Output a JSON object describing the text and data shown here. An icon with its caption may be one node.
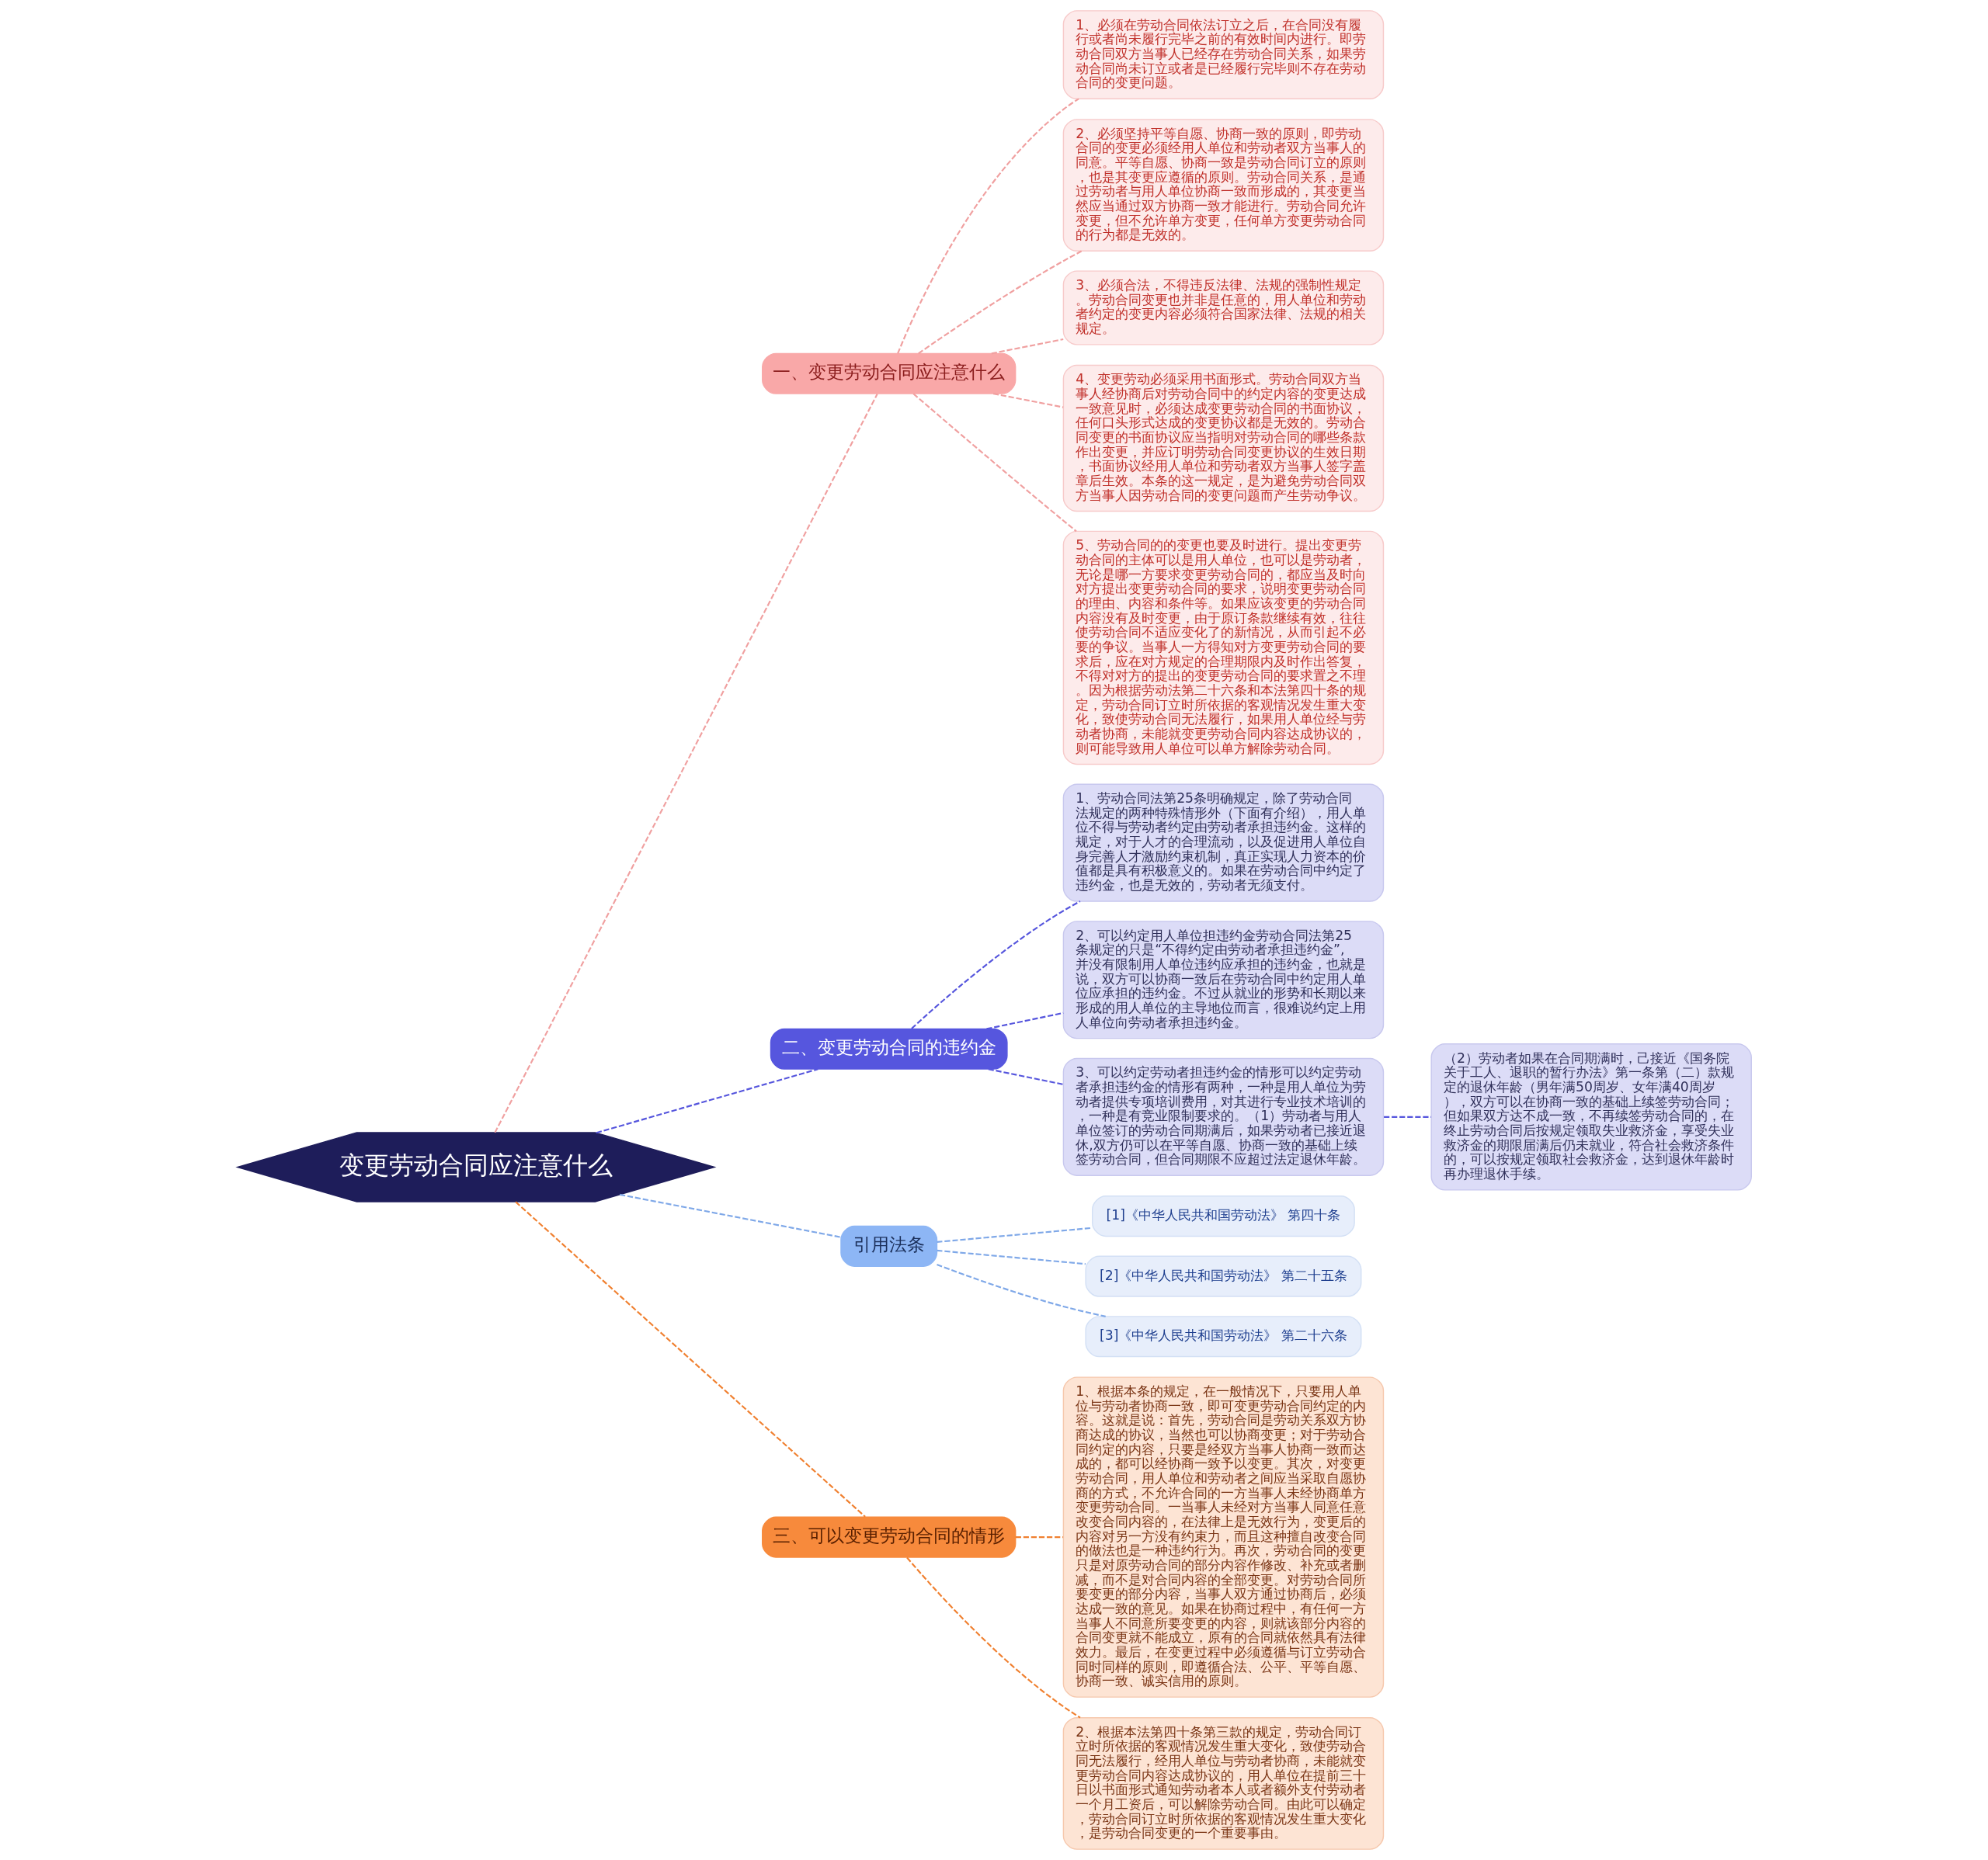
{
  "diagram": {
    "nodes": [
      {
        "text": [
          "变更劳动合同应注意什么"
        ]
      },
      {
        "text": [
          "一、变更劳动合同应注意什么"
        ]
      },
      {
        "text": [
          "1、必须在劳动合同依法订立之后，在合同没有履行或者尚未履行完毕之前的有效时间内进行。即劳动合同双方当事人已经存在劳动合同关系，如果劳动合同尚未订立或者是已经履行完毕则不存在劳动合同的变更问题。"
        ]
      },
      {
        "text": [
          "2、必须坚持平等自愿、协商一致的原则，即劳动合同的变更必须经用人单位和劳动者双方当事人的同意。平等自愿、协商一致是劳动合同订立的原则，也是其变更应遵循的原则。劳动合同关系，是通过劳动者与用人单位协商一致而形成的，其变更当然应当通过双方协商一致才能进行。劳动合同允许变更，但不允许单方变更，任何单方变更劳动合同的行为都是无效的。"
        ]
      },
      {
        "text": [
          "3、必须合法，不得违反法律、法规的强制性规定。劳动合同变更也并非是任意的，用人单位和劳动者约定的变更内容必须符合国家法律、法规的相关规定。"
        ]
      },
      {
        "text": [
          "4、变更劳动必须采用书面形式。劳动合同双方当事人经协商后对劳动合同中的约定内容的变更达成一致意见时，必须达成变更劳动合同的书面协议，任何口头形式达成的变更协议都是无效的。劳动合同变更的书面协议应当指明对劳动合同的哪些条款作出变更，并应订明劳动合同变更协议的生效日期，书面协议经用人单位和劳动者双方当事人签字盖章后生效。本条的这一规定，是为避免劳动合同双方当事人因劳动合同的变更问题而产生劳动争议。"
        ]
      },
      {
        "text": [
          "5、劳动合同的的变更也要及时进行。提出变更劳动合同的主体可以是用人单位，也可以是劳动者，无论是哪一方要求变更劳动合同的，都应当及时向对方提出变更劳动合同的要求，说明变更劳动合同的理由、内容和条件等。如果应该变更的劳动合同内容没有及时变更，由于原订条款继续有效，往往使劳动合同不适应变化了的新情况，从而引起不必要的争议。当事人一方得知对方变更劳动合同的要求后，应在对方规定的合理期限内及时作出答复，不得对对方的提出的变更劳动合同的要求置之不理。因为根据劳动法第二十六条和本法第四十条的规定，劳动合同订立时所依据的客观情况发生重大变化，致使劳动合同无法履行，如果用人单位经与劳动者协商，未能就变更劳动合同内容达成协议的，则可能导致用人单位可以单方解除劳动合同。"
        ]
      },
      {
        "text": [
          "二、变更劳动合同的违约金"
        ]
      },
      {
        "text": [
          "1、劳动合同法第25条明确规定，除了劳动合同法规定的两种特殊情形外（下面有介绍），用人单位不得与劳动者约定由劳动者承担违约金。这样的规定，对于人才的合理流动，以及促进用人单位自身完善人才激励约束机制，真正实现人力资本的价值都是具有积极意义的。如果在劳动合同中约定了违约金，也是无效的，劳动者无须支付。"
        ]
      },
      {
        "text": [
          "2、可以约定用人单位担违约金劳动合同法第25条规定的只是“不得约定由劳动者承担违约金”,并没有限制用人单位违约应承担的违约金，也就是说，双方可以协商一致后在劳动合同中约定用人单位应承担的违约金。不过从就业的形势和长期以来形成的用人单位的主导地位而言，很难说约定上用人单位向劳动者承担违约金。"
        ]
      },
      {
        "text": [
          "3、可以约定劳动者担违约金的情形可以约定劳动者承担违约金的情形有两种，一种是用人单位为劳动者提供专项培训费用，对其进行专业技术培训的，一种是有竞业限制要求的。（1）劳动者与用人单位签订的劳动合同期满后，如果劳动者已接近退休,双方仍可以在平等自愿、协商一致的基础上续签劳动合同，但合同期限不应超过法定退休年龄。"
        ]
      },
      {
        "text": [
          "（2）劳动者如果在合同期满时，己接近《国务院关于工人、退职的暂行办法》第一条第（二）款规定的退休年龄（男年满50周岁、女年满40周岁），双方可以在协商一致的基础上续签劳动合同；但如果双方达不成一致，不再续签劳动合同的，在终止劳动合同后按规定领取失业救济金，享受失业救济金的期限届满后仍未就业，符合社会救济条件的，可以按规定领取社会救济金，达到退休年龄时再办理退休手续。"
        ]
      },
      {
        "text": [
          "引用法条"
        ]
      },
      {
        "text": [
          "[1]《中华人民共和国劳动法》 第四十条"
        ]
      },
      {
        "text": [
          "[2]《中华人民共和国劳动法》 第二十五条"
        ]
      },
      {
        "text": [
          "[3]《中华人民共和国劳动法》 第二十六条"
        ]
      },
      {
        "text": [
          "三、可以变更劳动合同的情形"
        ]
      },
      {
        "text": [
          "1、根据本条的规定，在一般情况下，只要用人单位与劳动者协商一致，即可变更劳动合同约定的内容。这就是说：首先，劳动合同是劳动关系双方协商达成的协议，当然也可以协商变更；对于劳动合同约定的内容，只要是经双方当事人协商一致而达成的，都可以经协商一致予以变更。其次，对变更劳动合同，用人单位和劳动者之间应当采取自愿协商的方式，不允许合同的一方当事人未经协商单方变更劳动合同。一当事人未经对方当事人同意任意改变合同内容的，在法律上是无效行为，变更后的内容对另一方没有约束力，而且这种擅自改变合同的做法也是一种违约行为。再次，劳动合同的变更只是对原劳动合同的部分内容作修改、补充或者删减，而不是对合同内容的全部变更。对劳动合同所要变更的部分内容，当事人双方通过协商后，必须达成一致的意见。如果在协商过程中，有任何一方当事人不同意所要变更的内容，则就该部分内容的合同变更就不能成立，原有的合同就依然具有法律效力。最后，在变更过程中必须遵循与订立劳动合同时同样的原则，即遵循合法、公平、平等自愿、协商一致、诚实信用的原则。"
        ]
      },
      {
        "text": [
          "2、根据本法第四十条第三款的规定，劳动合同订立时所依据的客观情况发生重大变化，致使劳动合同无法履行，经用人单位与劳动者协商，未能就变更劳动合同内容达成协议的，用人单位在提前三十日以书面形式通知劳动者本人或者额外支付劳动者一个月工资后，可以解除劳动合同。由此可以确定，劳动合同订立时所依据的客观情况发生重大变化，是劳动合同变更的一个重要事由。"
        ]
      }
    ],
    "edges": [
      {
        "from": 0,
        "to": 1,
        "arrow": "none",
        "style": "dashed",
        "color": "#f0a0a0"
      },
      {
        "from": 1,
        "to": 2,
        "arrow": "none",
        "style": "dashed",
        "color": "#f0a0a0"
      },
      {
        "from": 1,
        "to": 3,
        "arrow": "none",
        "style": "dashed",
        "color": "#f0a0a0"
      },
      {
        "from": 1,
        "to": 4,
        "arrow": "none",
        "style": "dashed",
        "color": "#f0a0a0"
      },
      {
        "from": 1,
        "to": 5,
        "arrow": "none",
        "style": "dashed",
        "color": "#f0a0a0"
      },
      {
        "from": 1,
        "to": 6,
        "arrow": "none",
        "style": "dashed",
        "color": "#f0a0a0"
      },
      {
        "from": 0,
        "to": 7,
        "arrow": "none",
        "style": "dashed",
        "color": "#5555dd"
      },
      {
        "from": 7,
        "to": 8,
        "arrow": "none",
        "style": "dashed",
        "color": "#5555dd"
      },
      {
        "from": 7,
        "to": 9,
        "arrow": "none",
        "style": "dashed",
        "color": "#5555dd"
      },
      {
        "from": 7,
        "to": 10,
        "arrow": "none",
        "style": "dashed",
        "color": "#5555dd"
      },
      {
        "from": 10,
        "to": 11,
        "arrow": "none",
        "style": "dashed",
        "color": "#5555dd"
      },
      {
        "from": 0,
        "to": 12,
        "arrow": "none",
        "style": "dashed",
        "color": "#7fa8e8"
      },
      {
        "from": 12,
        "to": 13,
        "arrow": "none",
        "style": "dashed",
        "color": "#7fa8e8"
      },
      {
        "from": 12,
        "to": 14,
        "arrow": "none",
        "style": "dashed",
        "color": "#7fa8e8"
      },
      {
        "from": 12,
        "to": 15,
        "arrow": "none",
        "style": "dashed",
        "color": "#7fa8e8"
      },
      {
        "from": 0,
        "to": 16,
        "arrow": "none",
        "style": "dashed",
        "color": "#f08030"
      },
      {
        "from": 16,
        "to": 17,
        "arrow": "none",
        "style": "dashed",
        "color": "#f08030"
      },
      {
        "from": 16,
        "to": 18,
        "arrow": "none",
        "style": "dashed",
        "color": "#f08030"
      }
    ]
  }
}
